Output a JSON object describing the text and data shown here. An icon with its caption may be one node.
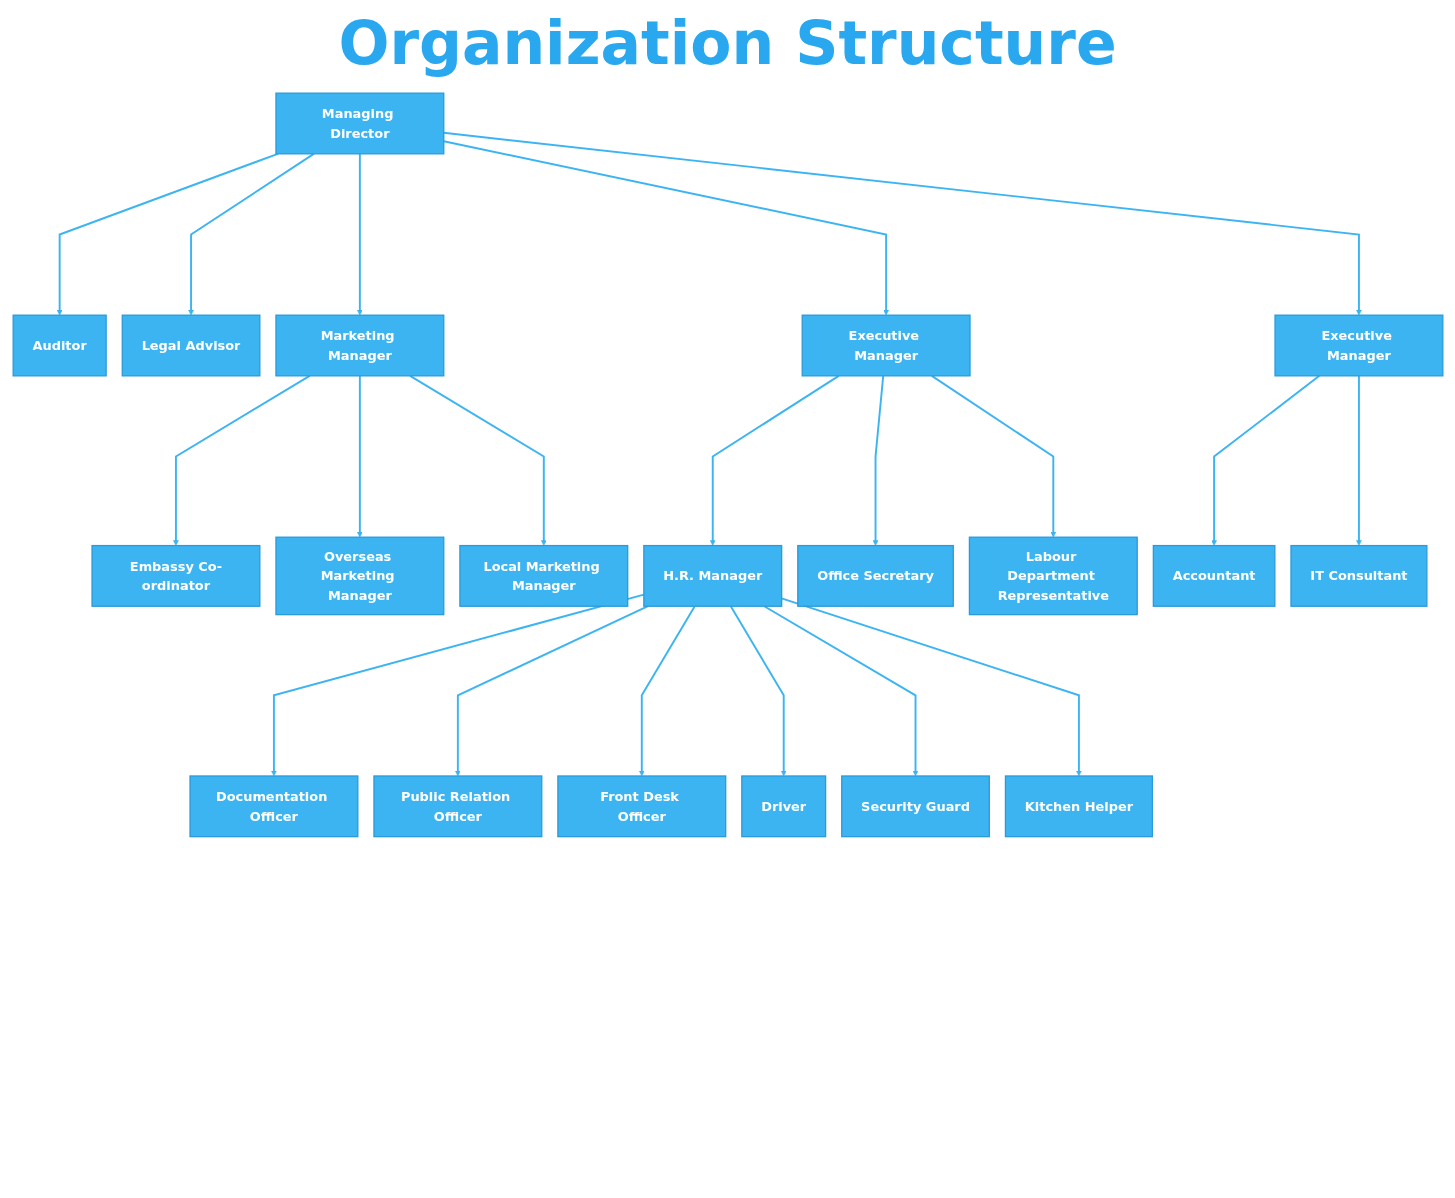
{
  "diagram": {
    "title": "Organization Structure",
    "nodes": [
      {
        "text": [
          "Managing Director"
        ]
      },
      {
        "text": [
          "Auditor"
        ]
      },
      {
        "text": [
          "Legal Advisor"
        ]
      },
      {
        "text": [
          "Executive Manager"
        ]
      },
      {
        "text": [
          "Marketing Manager"
        ]
      },
      {
        "text": [
          "Executive Manager"
        ]
      },
      {
        "text": [
          "Embassy Co-ordinator"
        ]
      },
      {
        "text": [
          "Overseas Marketing Manager"
        ]
      },
      {
        "text": [
          "Local Marketing Manager"
        ]
      },
      {
        "text": [
          "H.R. Manager"
        ]
      },
      {
        "text": [
          "Office Secretary"
        ]
      },
      {
        "text": [
          "Labour Department Representative"
        ]
      },
      {
        "text": [
          "Accountant"
        ]
      },
      {
        "text": [
          "IT Consultant"
        ]
      },
      {
        "text": [
          "Documentation Officer"
        ]
      },
      {
        "text": [
          "Public Relation Officer"
        ]
      },
      {
        "text": [
          "Front Desk Officer"
        ]
      },
      {
        "text": [
          "Driver"
        ]
      },
      {
        "text": [
          "Security Guard"
        ]
      },
      {
        "text": [
          "Kitchen Helper"
        ]
      }
    ],
    "edges": [
      {
        "from": 0,
        "to": 1,
        "arrow": "to"
      },
      {
        "from": 0,
        "to": 2,
        "arrow": "to"
      },
      {
        "from": 0,
        "to": 3,
        "arrow": "to"
      },
      {
        "from": 0,
        "to": 4,
        "arrow": "to"
      },
      {
        "from": 0,
        "to": 5,
        "arrow": "to"
      },
      {
        "from": 4,
        "to": 6,
        "arrow": "to"
      },
      {
        "from": 4,
        "to": 7,
        "arrow": "to"
      },
      {
        "from": 4,
        "to": 8,
        "arrow": "to"
      },
      {
        "from": 3,
        "to": 9,
        "arrow": "to"
      },
      {
        "from": 3,
        "to": 10,
        "arrow": "to"
      },
      {
        "from": 3,
        "to": 11,
        "arrow": "to"
      },
      {
        "from": 5,
        "to": 12,
        "arrow": "to"
      },
      {
        "from": 5,
        "to": 13,
        "arrow": "to"
      },
      {
        "from": 9,
        "to": 14,
        "arrow": "to"
      },
      {
        "from": 9,
        "to": 15,
        "arrow": "to"
      },
      {
        "from": 9,
        "to": 16,
        "arrow": "to"
      },
      {
        "from": 9,
        "to": 17,
        "arrow": "to"
      },
      {
        "from": 9,
        "to": 18,
        "arrow": "to"
      },
      {
        "from": 9,
        "to": 19,
        "arrow": "to"
      }
    ]
  }
}
